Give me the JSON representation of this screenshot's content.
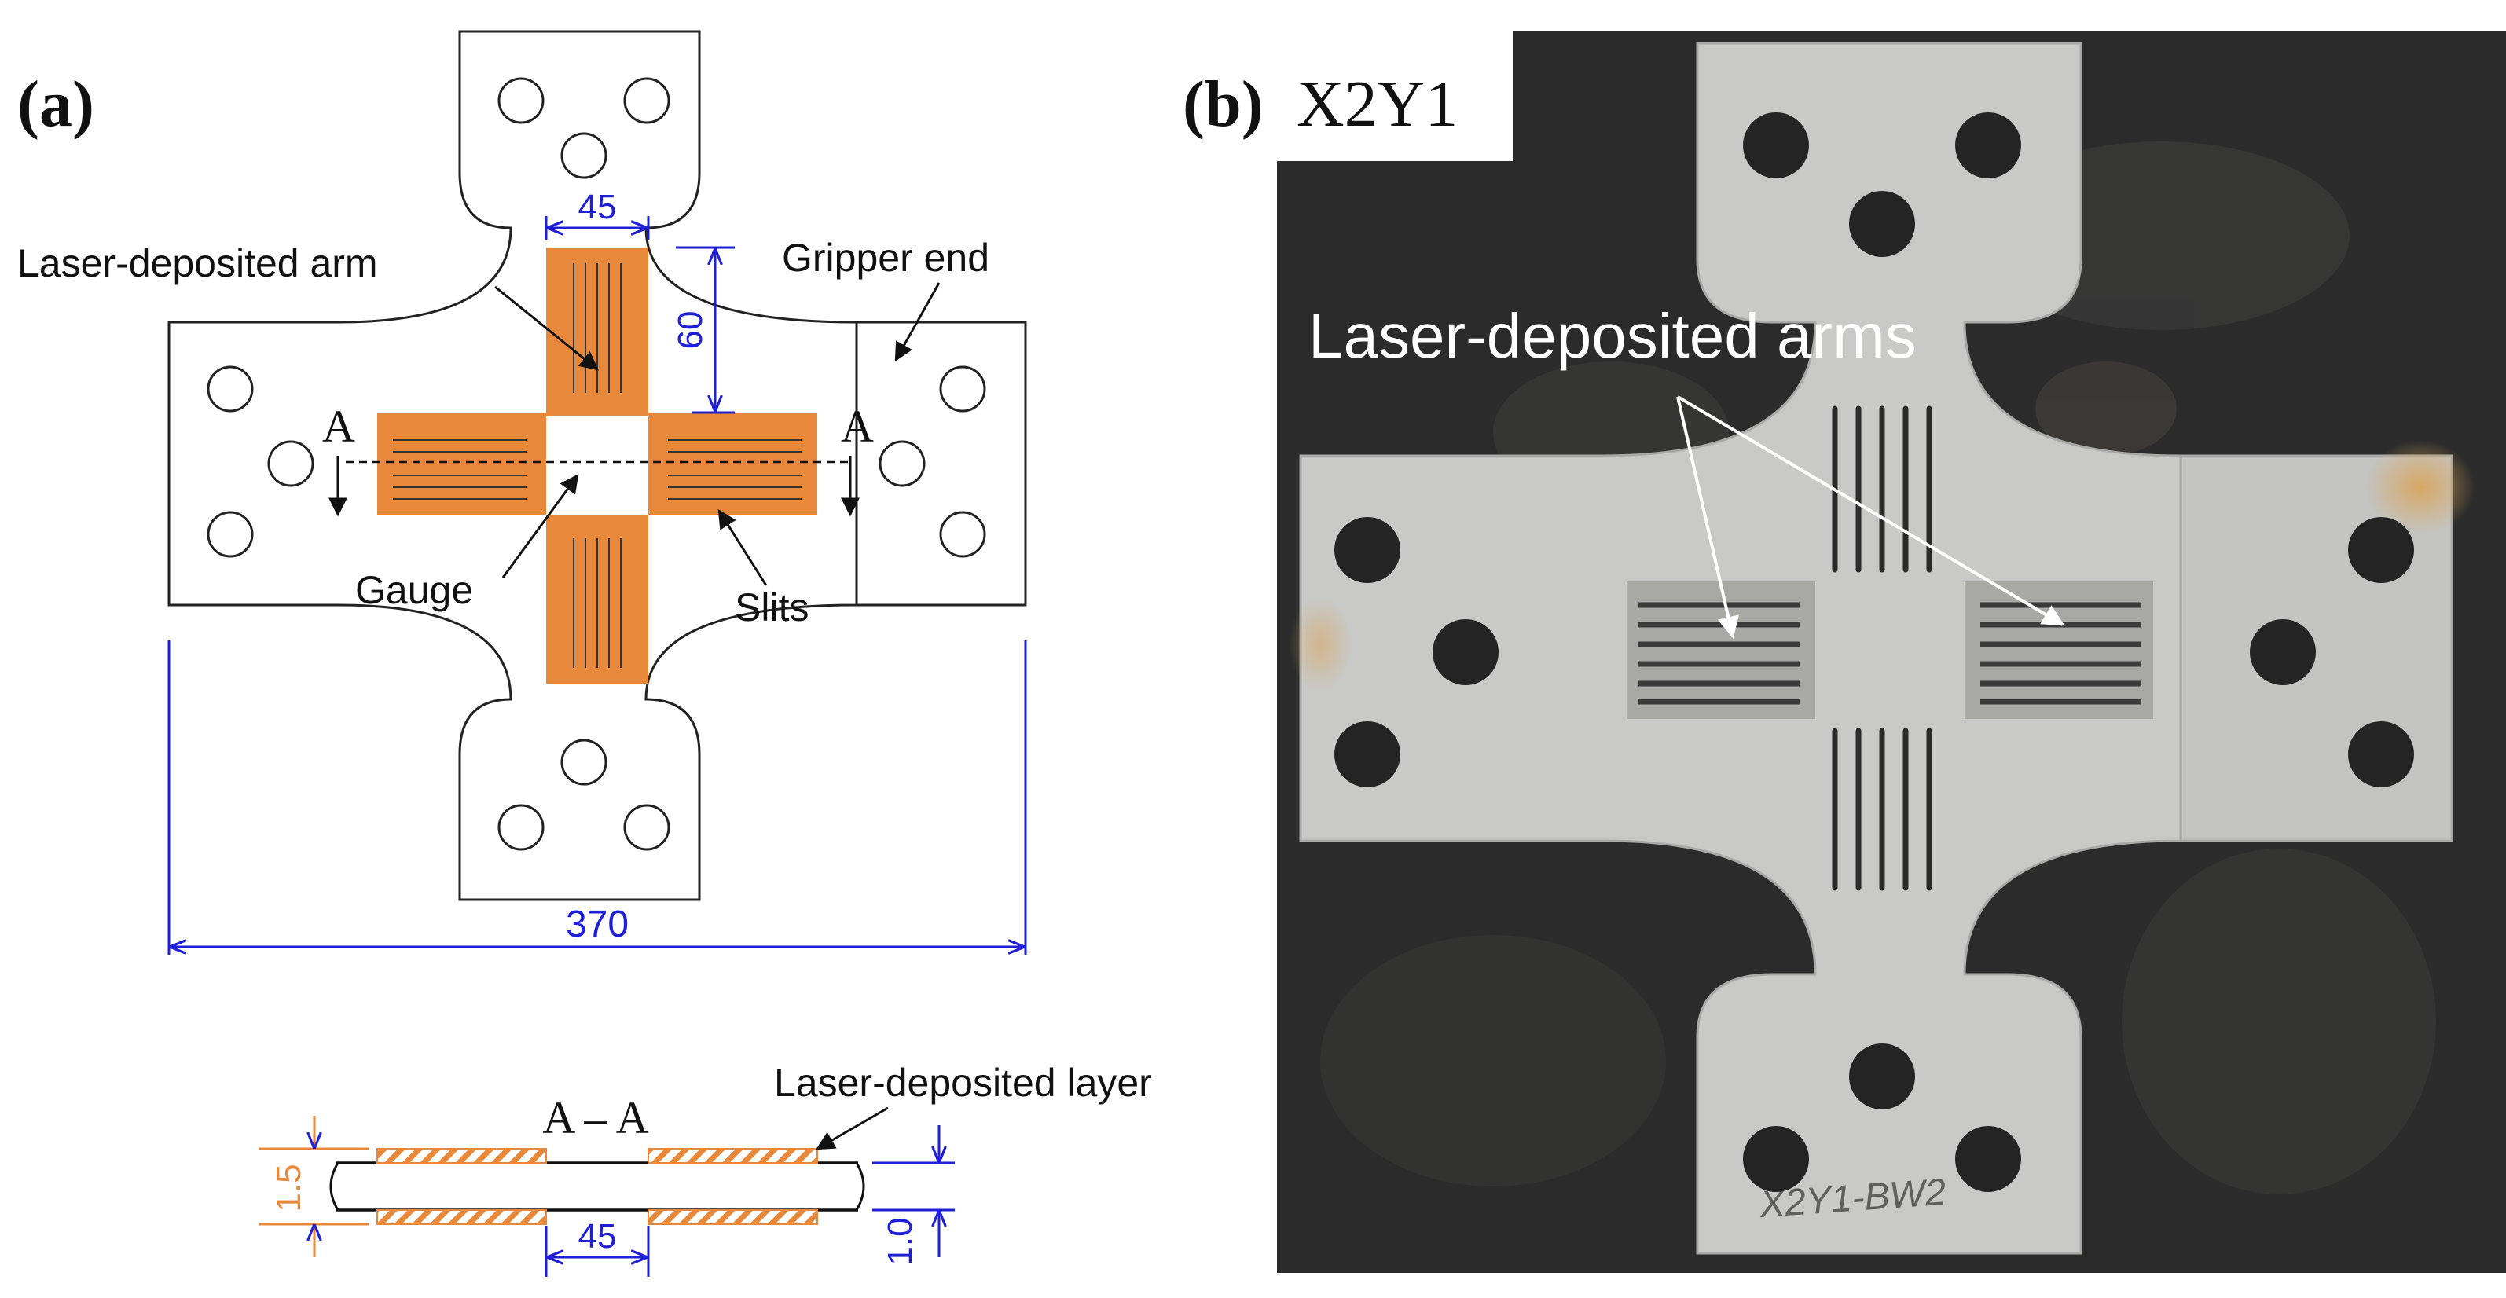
{
  "panel_a": {
    "label": "(a)",
    "callouts": {
      "arm": "Laser-deposited arm",
      "gripper": "Gripper end",
      "gauge": "Gauge",
      "slits": "Slits",
      "layer": "Laser-deposited layer"
    },
    "section_marker": "A",
    "section_title": "A – A",
    "dims": {
      "arm_width": "45",
      "arm_length": "60",
      "overall": "370",
      "gap": "45",
      "thickness_total": "1.5",
      "thickness_plate": "1.0"
    }
  },
  "panel_b": {
    "label": "(b)",
    "specimen_id": "X2Y1",
    "callout": "Laser-deposited arms",
    "handwriting": "X2Y1-BW2"
  },
  "colors": {
    "deposit": "#e8883a",
    "dimension": "#1f1fd8",
    "dim_orange": "#e8883a",
    "outline": "#222222",
    "photo_bg": "#2b2b2b",
    "steel": "#c9c9c7"
  }
}
